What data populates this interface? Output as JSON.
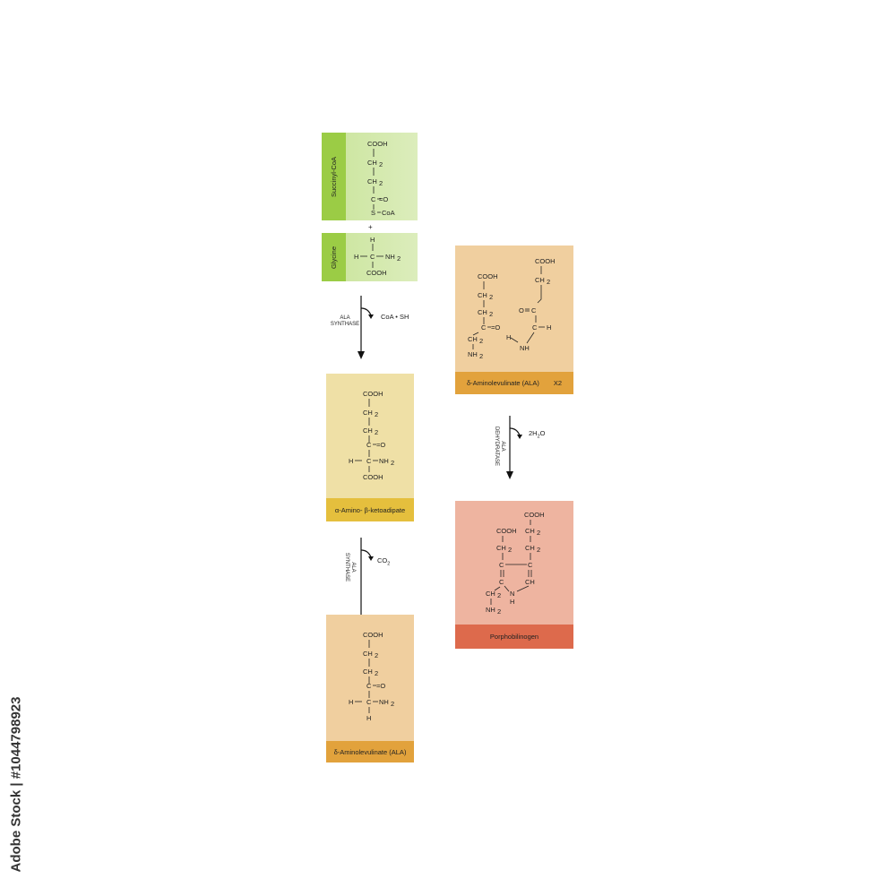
{
  "succinyl": {
    "name": "Succinyl-CoA",
    "atoms": [
      "COOH",
      "CH",
      "2",
      "CH",
      "2",
      "C",
      "=O",
      "S",
      "CoA"
    ]
  },
  "plus": "+",
  "glycine": {
    "name": "Glycine",
    "atoms": [
      "H",
      "H",
      "C",
      "NH",
      "2",
      "COOH"
    ]
  },
  "step1": {
    "enzyme_line1": "ALA",
    "enzyme_line2": "SYNTHASE",
    "byproduct": "CoA • SH"
  },
  "ketoadipate": {
    "name": "α-Amino- β-ketoadipate",
    "atoms": [
      "COOH",
      "CH",
      "2",
      "CH",
      "2",
      "C",
      "=O",
      "H",
      "C",
      "NH",
      "2",
      "COOH"
    ]
  },
  "step2": {
    "enzyme_line1": "ALA",
    "enzyme_line2": "SYNTHASE",
    "byproduct": "CO",
    "byproduct_sub": "2"
  },
  "ala": {
    "name": "δ-Aminolevulinate (ALA)",
    "atoms": [
      "COOH",
      "CH",
      "2",
      "CH",
      "2",
      "C",
      "=O",
      "H",
      "C",
      "NH",
      "2",
      "H"
    ]
  },
  "ala_pair": {
    "name": "δ-Aminolevulinate (ALA)",
    "multiplier": "X2",
    "left_atoms": [
      "COOH",
      "CH",
      "2",
      "CH",
      "2",
      "C",
      "=O",
      "CH",
      "2",
      "NH",
      "2"
    ],
    "right_atoms": [
      "COOH",
      "CH",
      "2",
      "O",
      "C",
      "C",
      "H",
      "H",
      "NH"
    ]
  },
  "step3": {
    "enzyme_line1": "ALA",
    "enzyme_line2": "DEHYDRATASE",
    "byproduct": "2H",
    "byproduct_sub": "2",
    "byproduct_tail": "O"
  },
  "pbg": {
    "name": "Porphobilinogen",
    "atoms": [
      "COOH",
      "COOH",
      "CH",
      "2",
      "CH",
      "2",
      "CH",
      "2",
      "C",
      "C",
      "C",
      "CH",
      "CH",
      "2",
      "N",
      "H",
      "NH",
      "2"
    ]
  },
  "stock_id": "Adobe Stock | #1044798923",
  "colors": {
    "green_light": "#d2e8a8",
    "green_strong": "#9bcc45",
    "yellow_light": "#efe0a6",
    "yellow_strong": "#e5bf3d",
    "orange_light": "#f0cf9f",
    "orange_strong": "#e2a23c",
    "salmon_light": "#eeb4a0",
    "salmon_strong": "#dd6a4c"
  }
}
